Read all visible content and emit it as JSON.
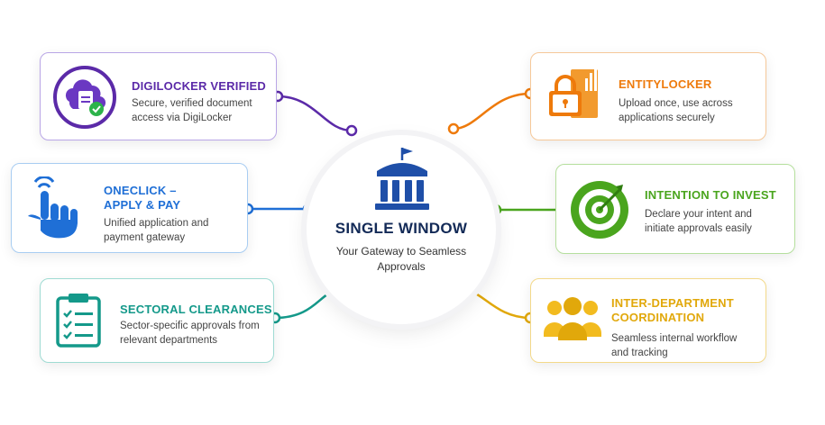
{
  "hub": {
    "title": "SINGLE WINDOW",
    "subtitle": "Your Gateway to Seamless Approvals",
    "color": "#1f4fa8"
  },
  "cards": {
    "digilocker": {
      "title": "DIGILOCKER VERIFIED",
      "desc": "Secure, verified document access via DigiLocker",
      "icon": "cloud-document-check-icon",
      "color": "#5b2aa8"
    },
    "oneclick": {
      "title": "ONECLICK – APPLY & PAY",
      "desc": "Unified application and payment gateway",
      "icon": "tap-hand-icon",
      "color": "#1f6fd6"
    },
    "sectoral": {
      "title": "SECTORAL CLEARANCES",
      "desc": "Sector-specific approvals from relevant departments",
      "icon": "clipboard-checklist-icon",
      "color": "#14998a"
    },
    "entity": {
      "title": "ENTITYLOCKER",
      "desc": "Upload once, use across applications securely",
      "icon": "lock-chart-icon",
      "color": "#ee7a0b"
    },
    "intention": {
      "title": "INTENTION TO INVEST",
      "desc": "Declare your intent and initiate approvals easily",
      "icon": "target-arrow-icon",
      "color": "#4aa51e"
    },
    "interdept": {
      "title": "INTER-DEPARTMENT COORDINATION",
      "desc": "Seamless internal workflow and tracking",
      "icon": "team-people-icon",
      "color": "#e1a80b"
    }
  }
}
